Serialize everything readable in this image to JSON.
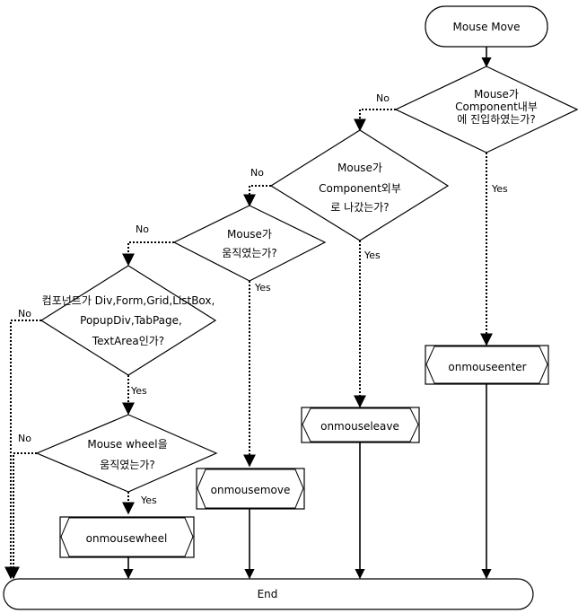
{
  "start": {
    "label": "Mouse Move"
  },
  "end": {
    "label": "End"
  },
  "decisions": {
    "entered": {
      "lines": [
        "Mouse가",
        "Component내부",
        "에 진입하였는가?"
      ]
    },
    "left": {
      "lines": [
        "Mouse가",
        "Component외부",
        "로 나갔는가?"
      ]
    },
    "moved": {
      "lines": [
        "Mouse가",
        "움직였는가?"
      ]
    },
    "component_type": {
      "lines": [
        "컴포넌트가  Div,Form,Grid,ListBox,",
        "PopupDiv,TabPage,",
        "TextArea인가?"
      ]
    },
    "wheel": {
      "lines": [
        "Mouse wheel을",
        "움직였는가?"
      ]
    }
  },
  "events": {
    "enter": {
      "label": "onmouseenter"
    },
    "leave": {
      "label": "onmouseleave"
    },
    "move": {
      "label": "onmousemove"
    },
    "wheel": {
      "label": "onmousewheel"
    }
  },
  "branch_labels": {
    "yes": "Yes",
    "no": "No"
  }
}
